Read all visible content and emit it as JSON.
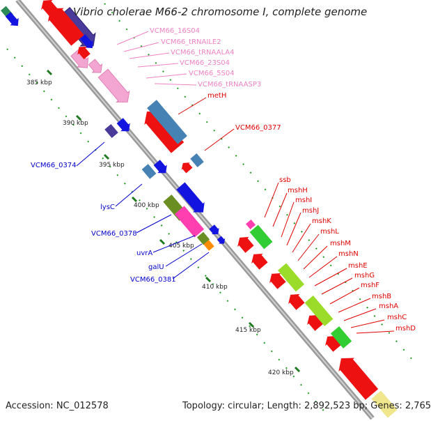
{
  "header": {
    "title": "Vibrio cholerae M66-2 chromosome I, complete genome"
  },
  "footer": {
    "accession": "Accession: NC_012578",
    "summary": "Topology: circular; Length: 2,892,523 bp; Genes: 2,765"
  },
  "ticks": [
    "385 kbp",
    "390 kbp",
    "395 kbp",
    "400 kbp",
    "405 kbp",
    "410 kbp",
    "415 kbp",
    "420 kbp"
  ],
  "colors": {
    "backbone": "#999999",
    "tick": "#1f7a1f",
    "label_rna": "#ee82c4",
    "label_red": "#e00000",
    "label_blue": "#0000cc"
  },
  "labels_rna": [
    "VCM66_16S04",
    "VCM66_tRNAILE2",
    "VCM66_tRNAALA4",
    "VCM66_23S04",
    "VCM66_5S04",
    "VCM66_tRNAASP3"
  ],
  "labels_red": [
    "metH",
    "VCM66_0377",
    "ssb",
    "mshH",
    "mshI",
    "mshJ",
    "mshK",
    "mshL",
    "mshM",
    "mshN",
    "mshE",
    "mshG",
    "mshF",
    "mshB",
    "mshA",
    "mshC",
    "mshD"
  ],
  "labels_blue": [
    "VCM66_0374",
    "lysC",
    "VCM66_0378",
    "uvrA",
    "galU",
    "VCM66_0381"
  ]
}
